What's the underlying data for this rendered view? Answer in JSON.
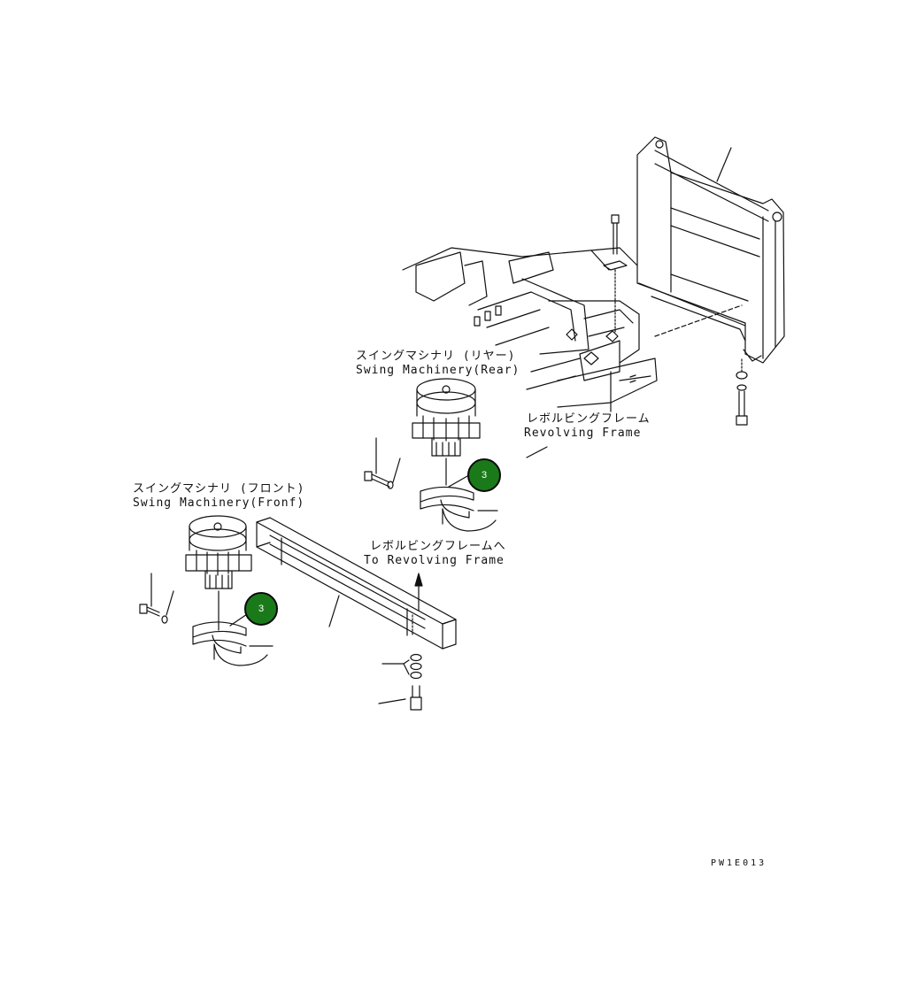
{
  "labels": {
    "rear_jp": "スイングマシナリ (リヤー)",
    "rear_en": "Swing Machinery(Rear)",
    "frame_jp": "レボルビングフレーム",
    "frame_en": "Revolving Frame",
    "front_jp": "スイングマシナリ (フロント)",
    "front_en": "Swing Machinery(Fronf)",
    "to_frame_jp": "レボルビングフレームへ",
    "to_frame_en": "To Revolving Frame"
  },
  "callouts": [
    {
      "number": "3",
      "color": "#1a7a1a"
    },
    {
      "number": "3",
      "color": "#1a7a1a"
    }
  ],
  "drawing_code": "PW1E013"
}
